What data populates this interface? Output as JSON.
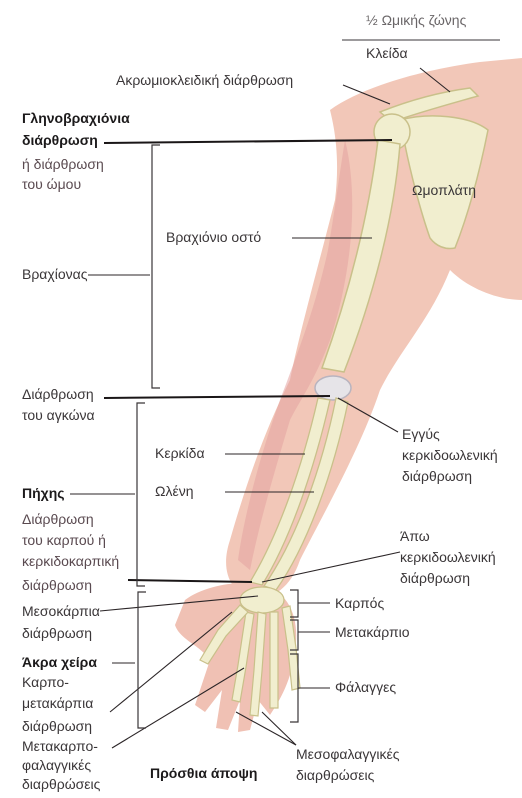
{
  "header": {
    "girdle_title": "½ Ωμικής ζώνης",
    "clavicle": "Κλείδα"
  },
  "labels": {
    "acromioclavicular": "Ακρωμιοκλειδική διάρθρωση",
    "glenohumeral_l1": "Γληνοβραχιόνια",
    "glenohumeral_l2": "διάρθρωση",
    "glenohumeral_l3": "ή διάρθρωση",
    "glenohumeral_l4": "του ώμου",
    "scapula": "Ωμοπλάτη",
    "humerus": "Βραχιόνιο οστό",
    "arm": "Βραχίονας",
    "elbow_l1": "Διάρθρωση",
    "elbow_l2": "του αγκώνα",
    "radius": "Κερκίδα",
    "ulna": "Ωλένη",
    "proximal_ru_l1": "Εγγύς",
    "proximal_ru_l2": "κερκιδοωλενική",
    "proximal_ru_l3": "διάρθρωση",
    "forearm": "Πήχης",
    "wrist_l1": "Διάρθρωση",
    "wrist_l2": "του καρπού ή",
    "wrist_l3": "κερκιδοκαρπική",
    "wrist_l4": "διάρθρωση",
    "distal_ru_l1": "Άπω",
    "distal_ru_l2": "κερκιδοωλενική",
    "distal_ru_l3": "διάρθρωση",
    "midcarpal_l1": "Μεσοκάρπια",
    "midcarpal_l2": "διάρθρωση",
    "carpus": "Καρπός",
    "metacarpus": "Μετακάρπιο",
    "hand": "Άκρα χείρα",
    "carpometacarpal_l1": "Καρπο-",
    "carpometacarpal_l2": "μετακάρπια",
    "carpometacarpal_l3": "διάρθρωση",
    "phalanges": "Φάλαγγες",
    "metacarpophalangeal_l1": "Μετακαρπο-",
    "metacarpophalangeal_l2": "φαλαγγικές",
    "metacarpophalangeal_l3": "διαρθρώσεις",
    "anterior_view": "Πρόσθια άποψη",
    "interphalangeal_l1": "Μεσοφαλαγγικές",
    "interphalangeal_l2": "διαρθρώσεις"
  },
  "colors": {
    "skin": "#f2c7b8",
    "muscle": "#e4a3a0",
    "bone": "#f1eecf",
    "bone_edge": "#c9c08a",
    "line": "#2b2527"
  }
}
